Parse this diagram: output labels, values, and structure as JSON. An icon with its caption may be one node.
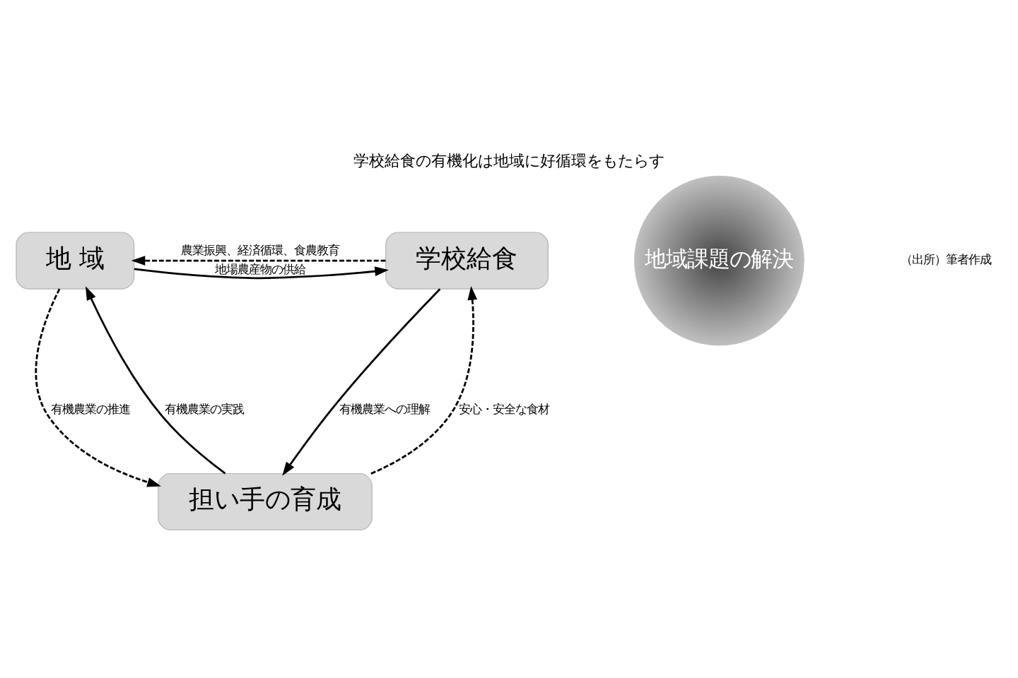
{
  "diagram": {
    "title": "学校給食の有機化は地域に好循環をもたらす",
    "nodes": [
      {
        "text": [
          "地 域"
        ]
      },
      {
        "text": [
          "学校給食"
        ]
      },
      {
        "text": [
          "担い手の育成"
        ]
      },
      {
        "text": [
          "地域課題の解決"
        ]
      }
    ],
    "edges": [
      {
        "from": 0,
        "to": 1,
        "arrow": "to",
        "label": "地場農産物の供給"
      },
      {
        "from": 1,
        "to": 0,
        "arrow": "to",
        "label": "農業振興、経済循環、食農教育",
        "style": "dashed"
      },
      {
        "from": 2,
        "to": 0,
        "arrow": "to",
        "label": "有機農業の実践"
      },
      {
        "from": 0,
        "to": 2,
        "arrow": "to",
        "label": "有機農業の推進",
        "style": "dashed"
      },
      {
        "from": 1,
        "to": 2,
        "arrow": "to",
        "label": "有機農業への理解"
      },
      {
        "from": 2,
        "to": 1,
        "arrow": "to",
        "label": "安心・安全な食材",
        "style": "dashed"
      }
    ],
    "labels": [
      "（出所）筆者作成"
    ]
  }
}
